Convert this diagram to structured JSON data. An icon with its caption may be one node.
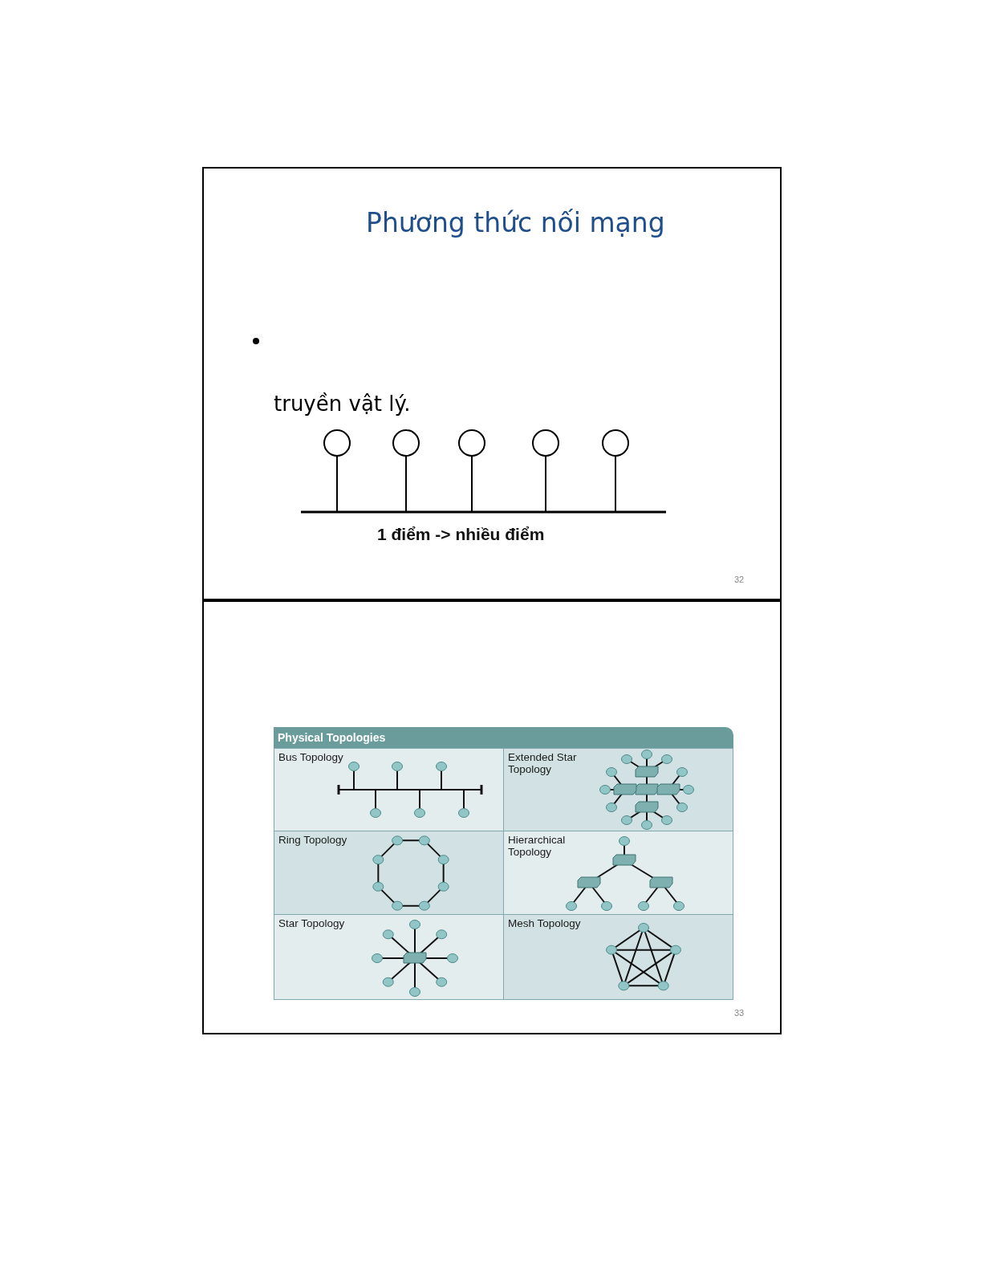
{
  "diagram": {
    "title": "Phương thức nối mạng",
    "nodes": [
      {
        "text": [
          "Physical Topologies"
        ]
      },
      {
        "text": [
          "Bus Topology"
        ],
        "in": 0
      },
      {
        "text": [
          "Extended Star Topology"
        ],
        "in": 0
      },
      {
        "text": [
          "Ring Topology"
        ],
        "in": 0
      },
      {
        "text": [
          "Hierarchical Topology"
        ],
        "in": 0
      },
      {
        "text": [
          "Star Topology"
        ],
        "in": 0
      },
      {
        "text": [
          "Mesh Topology"
        ],
        "in": 0
      }
    ],
    "labels": [
      "truyền vật lý.",
      "1 điểm -> nhiều điểm",
      "32",
      "33"
    ]
  }
}
